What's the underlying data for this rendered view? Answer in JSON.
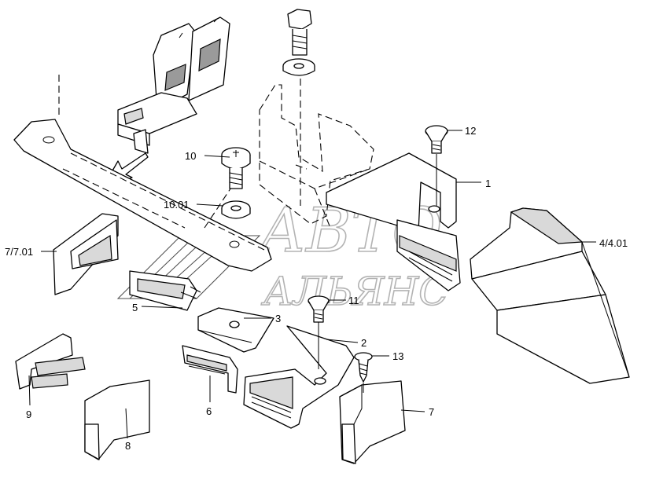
{
  "callouts": {
    "c1": "1",
    "c2": "2",
    "c3": "3",
    "c4": "4/4.01",
    "c5": "5",
    "c6": "6",
    "c7": "7",
    "c7b": "7/7.01",
    "c8": "8",
    "c9": "9",
    "c10": "10",
    "c1001": "10.01",
    "c11": "11",
    "c12": "12",
    "c13": "13"
  },
  "watermark": {
    "line1": "АВТО",
    "line2": "АЛЬЯНС"
  }
}
